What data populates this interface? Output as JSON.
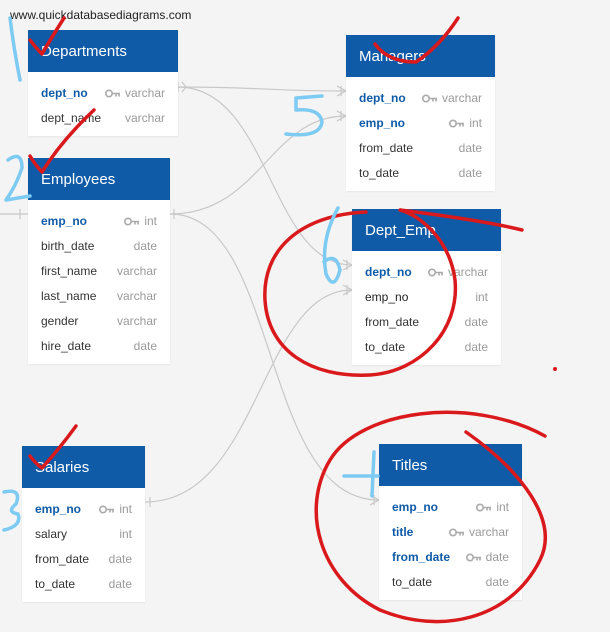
{
  "watermark": "www.quickdatabasediagrams.com",
  "colors": {
    "header": "#0f5ba7",
    "pen_red": "#d9191c",
    "pen_blue": "#7dcaf2",
    "line": "#c8c8c8"
  },
  "tables": {
    "departments": {
      "title": "Departments",
      "columns": [
        {
          "name": "dept_no",
          "type": "varchar",
          "key": true,
          "style": "pk"
        },
        {
          "name": "dept_name",
          "type": "varchar",
          "key": false,
          "style": ""
        }
      ]
    },
    "managers": {
      "title": "Managers",
      "columns": [
        {
          "name": "dept_no",
          "type": "varchar",
          "key": true,
          "style": "pk"
        },
        {
          "name": "emp_no",
          "type": "int",
          "key": true,
          "style": "pk"
        },
        {
          "name": "from_date",
          "type": "date",
          "key": false,
          "style": ""
        },
        {
          "name": "to_date",
          "type": "date",
          "key": false,
          "style": ""
        }
      ]
    },
    "employees": {
      "title": "Employees",
      "columns": [
        {
          "name": "emp_no",
          "type": "int",
          "key": true,
          "style": "pk"
        },
        {
          "name": "birth_date",
          "type": "date",
          "key": false,
          "style": ""
        },
        {
          "name": "first_name",
          "type": "varchar",
          "key": false,
          "style": ""
        },
        {
          "name": "last_name",
          "type": "varchar",
          "key": false,
          "style": ""
        },
        {
          "name": "gender",
          "type": "varchar",
          "key": false,
          "style": ""
        },
        {
          "name": "hire_date",
          "type": "date",
          "key": false,
          "style": ""
        }
      ]
    },
    "dept_emp": {
      "title": "Dept_Emp",
      "columns": [
        {
          "name": "dept_no",
          "type": "varchar",
          "key": true,
          "style": "pk"
        },
        {
          "name": "emp_no",
          "type": "int",
          "key": false,
          "style": "pk-dark"
        },
        {
          "name": "from_date",
          "type": "date",
          "key": false,
          "style": ""
        },
        {
          "name": "to_date",
          "type": "date",
          "key": false,
          "style": ""
        }
      ]
    },
    "salaries": {
      "title": "Salaries",
      "columns": [
        {
          "name": "emp_no",
          "type": "int",
          "key": true,
          "style": "pk"
        },
        {
          "name": "salary",
          "type": "int",
          "key": false,
          "style": ""
        },
        {
          "name": "from_date",
          "type": "date",
          "key": false,
          "style": ""
        },
        {
          "name": "to_date",
          "type": "date",
          "key": false,
          "style": ""
        }
      ]
    },
    "titles": {
      "title": "Titles",
      "columns": [
        {
          "name": "emp_no",
          "type": "int",
          "key": true,
          "style": "pk"
        },
        {
          "name": "title",
          "type": "varchar",
          "key": true,
          "style": "pk"
        },
        {
          "name": "from_date",
          "type": "date",
          "key": true,
          "style": "pk"
        },
        {
          "name": "to_date",
          "type": "date",
          "key": false,
          "style": ""
        }
      ]
    }
  }
}
